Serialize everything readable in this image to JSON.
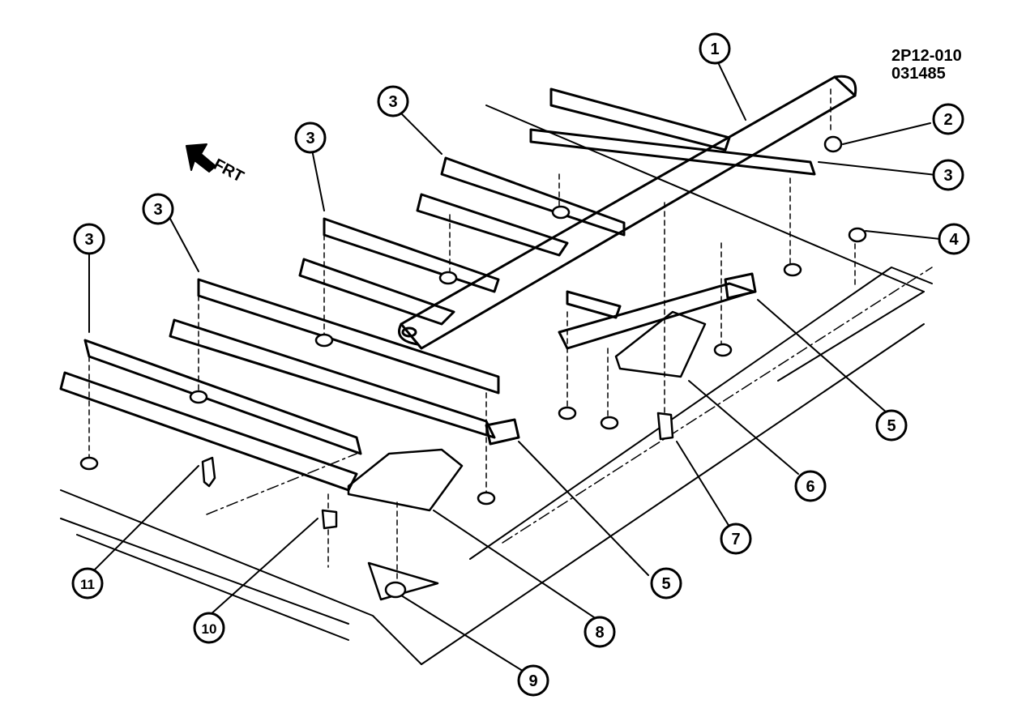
{
  "diagram": {
    "reference_code_line1": "2P12-010",
    "reference_code_line2": "031485",
    "direction_label": "FRT",
    "callouts": [
      "1",
      "2",
      "3",
      "3",
      "3",
      "3",
      "3",
      "3",
      "4",
      "5",
      "5",
      "5",
      "6",
      "7",
      "8",
      "9",
      "10",
      "11"
    ]
  },
  "colors": {
    "ink": "#000000",
    "paper": "#ffffff"
  }
}
